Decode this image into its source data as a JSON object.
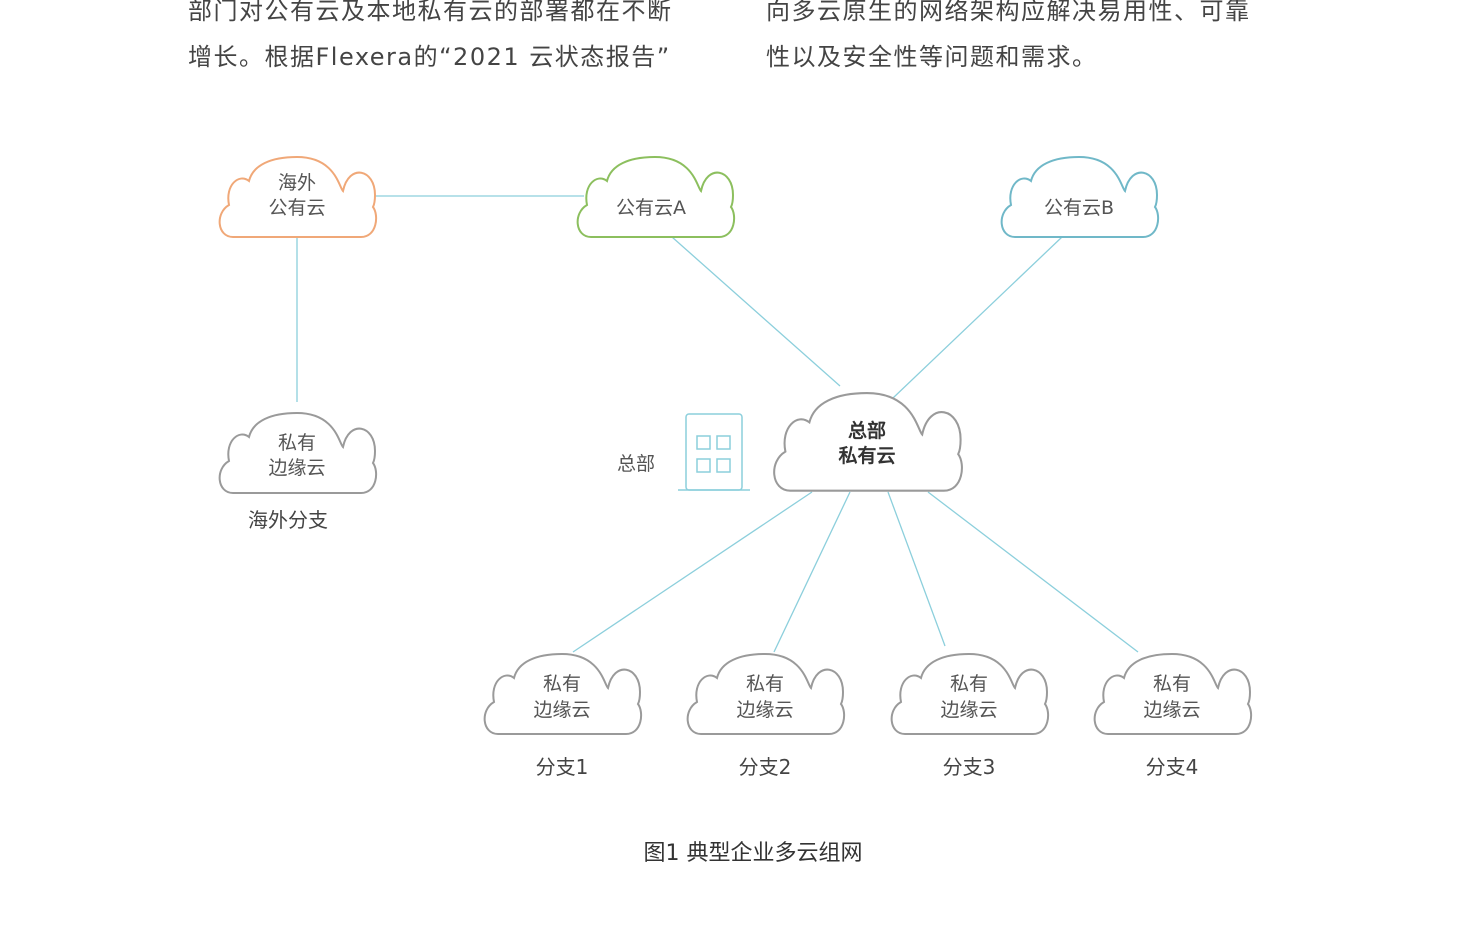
{
  "paragraphs": {
    "left": "部门对公有云及本地私有云的部署都在不断\n增长。根据Flexera的“2021 云状态报告”",
    "right": "向多云原生的网络架构应解决易用性、可靠\n性以及安全性等问题和需求。"
  },
  "colors": {
    "overseas_public_cloud": "#f0a878",
    "public_cloud_a": "#8cbf5e",
    "public_cloud_b": "#70b8c8",
    "private_cloud": "#9a9a9a",
    "link": "#8ccfdc",
    "building": "#8ccfdc"
  },
  "clouds": {
    "overseas_public": {
      "line1": "海外",
      "line2": "公有云"
    },
    "public_a": {
      "line1": "公有云A"
    },
    "public_b": {
      "line1": "公有云B"
    },
    "hq_private": {
      "line1": "总部",
      "line2": "私有云"
    },
    "overseas_edge": {
      "line1": "私有",
      "line2": "边缘云",
      "caption": "海外分支"
    },
    "branches": [
      {
        "line1": "私有",
        "line2": "边缘云",
        "caption": "分支1"
      },
      {
        "line1": "私有",
        "line2": "边缘云",
        "caption": "分支2"
      },
      {
        "line1": "私有",
        "line2": "边缘云",
        "caption": "分支3"
      },
      {
        "line1": "私有",
        "line2": "边缘云",
        "caption": "分支4"
      }
    ]
  },
  "hq_building": {
    "icon": "building-icon",
    "label": "总部"
  },
  "figure_caption": "图1 典型企业多云组网"
}
